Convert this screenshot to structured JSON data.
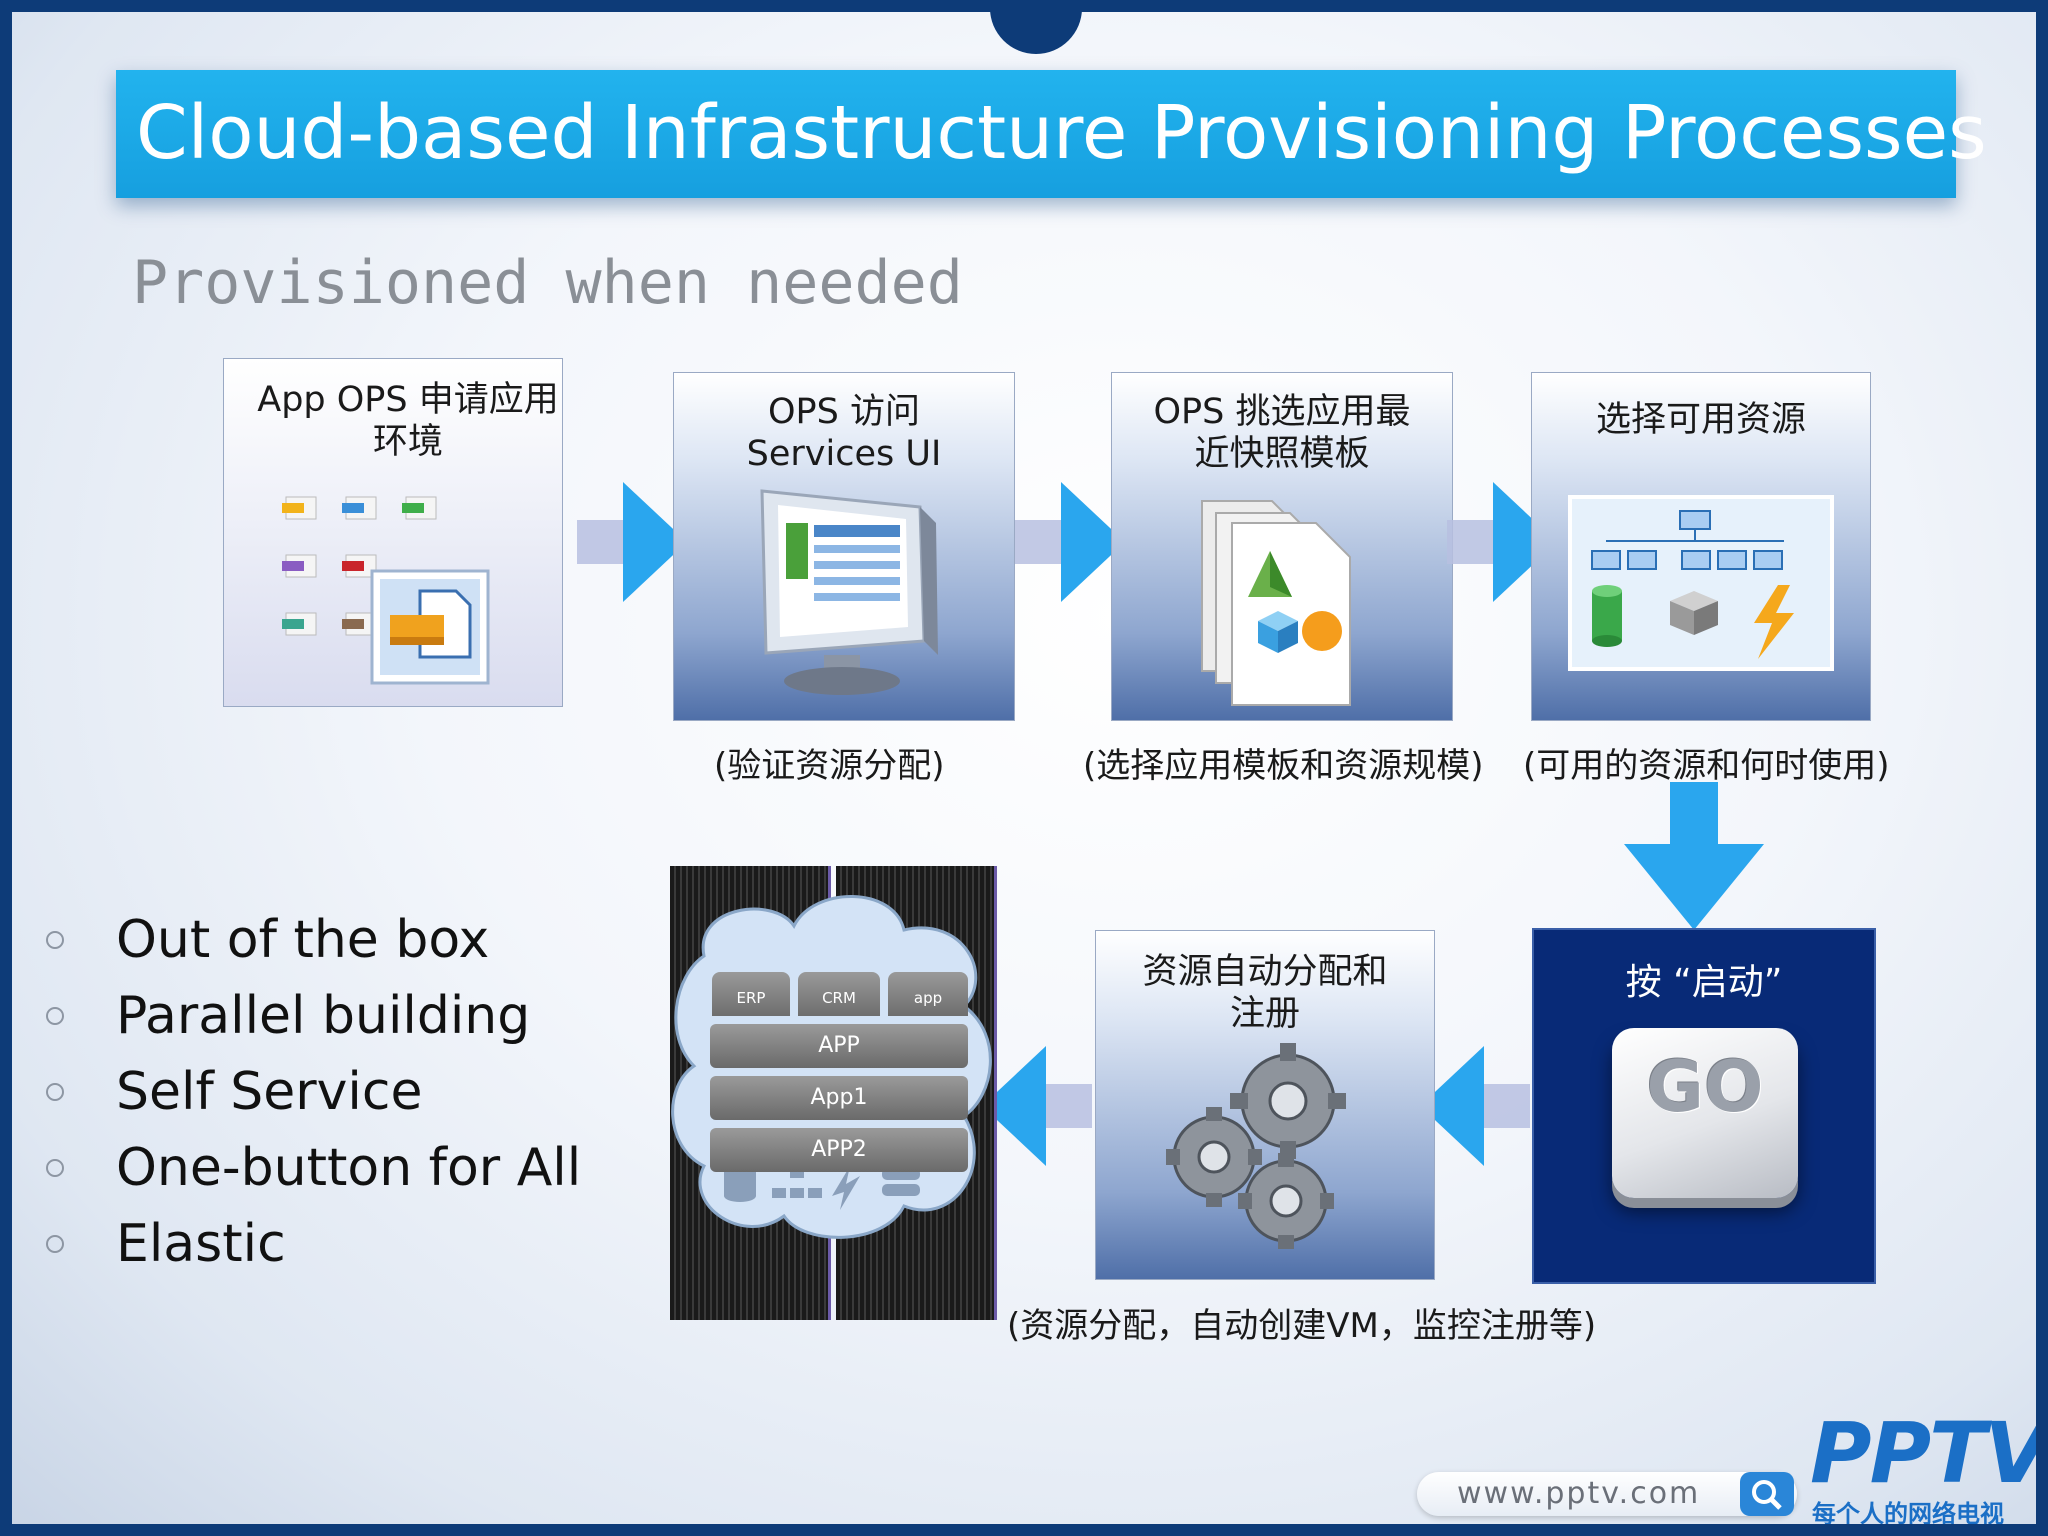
{
  "title": "Cloud-based Infrastructure Provisioning Processes",
  "subtitle": "Provisioned when needed",
  "steps": [
    {
      "label": "App OPS 申请应用\n环境",
      "caption": ""
    },
    {
      "label": "OPS 访问\nServices UI",
      "caption": "(验证资源分配)"
    },
    {
      "label": "OPS 挑选应用最\n近快照模板",
      "caption": "(选择应用模板和资源规模)"
    },
    {
      "label": "选择可用资源",
      "caption": "(可用的资源和何时使用)"
    },
    {
      "label": "按 “启动”",
      "button": "GO",
      "caption": ""
    },
    {
      "label": "资源自动分配和\n注册",
      "caption": "(资源分配，自动创建VM，监控注册等)"
    }
  ],
  "server_stack": {
    "top_row": [
      "ERP",
      "CRM",
      "app"
    ],
    "layers": [
      "APP",
      "App1",
      "APP2"
    ]
  },
  "bullets": [
    "Out of the box",
    "Parallel building",
    "Self Service",
    "One-button for All",
    "Elastic"
  ],
  "footer": {
    "url": "www.pptv.com",
    "logo": "PPTV",
    "tagline": "每个人的网络电视"
  },
  "colors": {
    "title_bar": "#1aa8e8",
    "arrow": "#2aa6ee",
    "dark_panel": "#082a77"
  }
}
